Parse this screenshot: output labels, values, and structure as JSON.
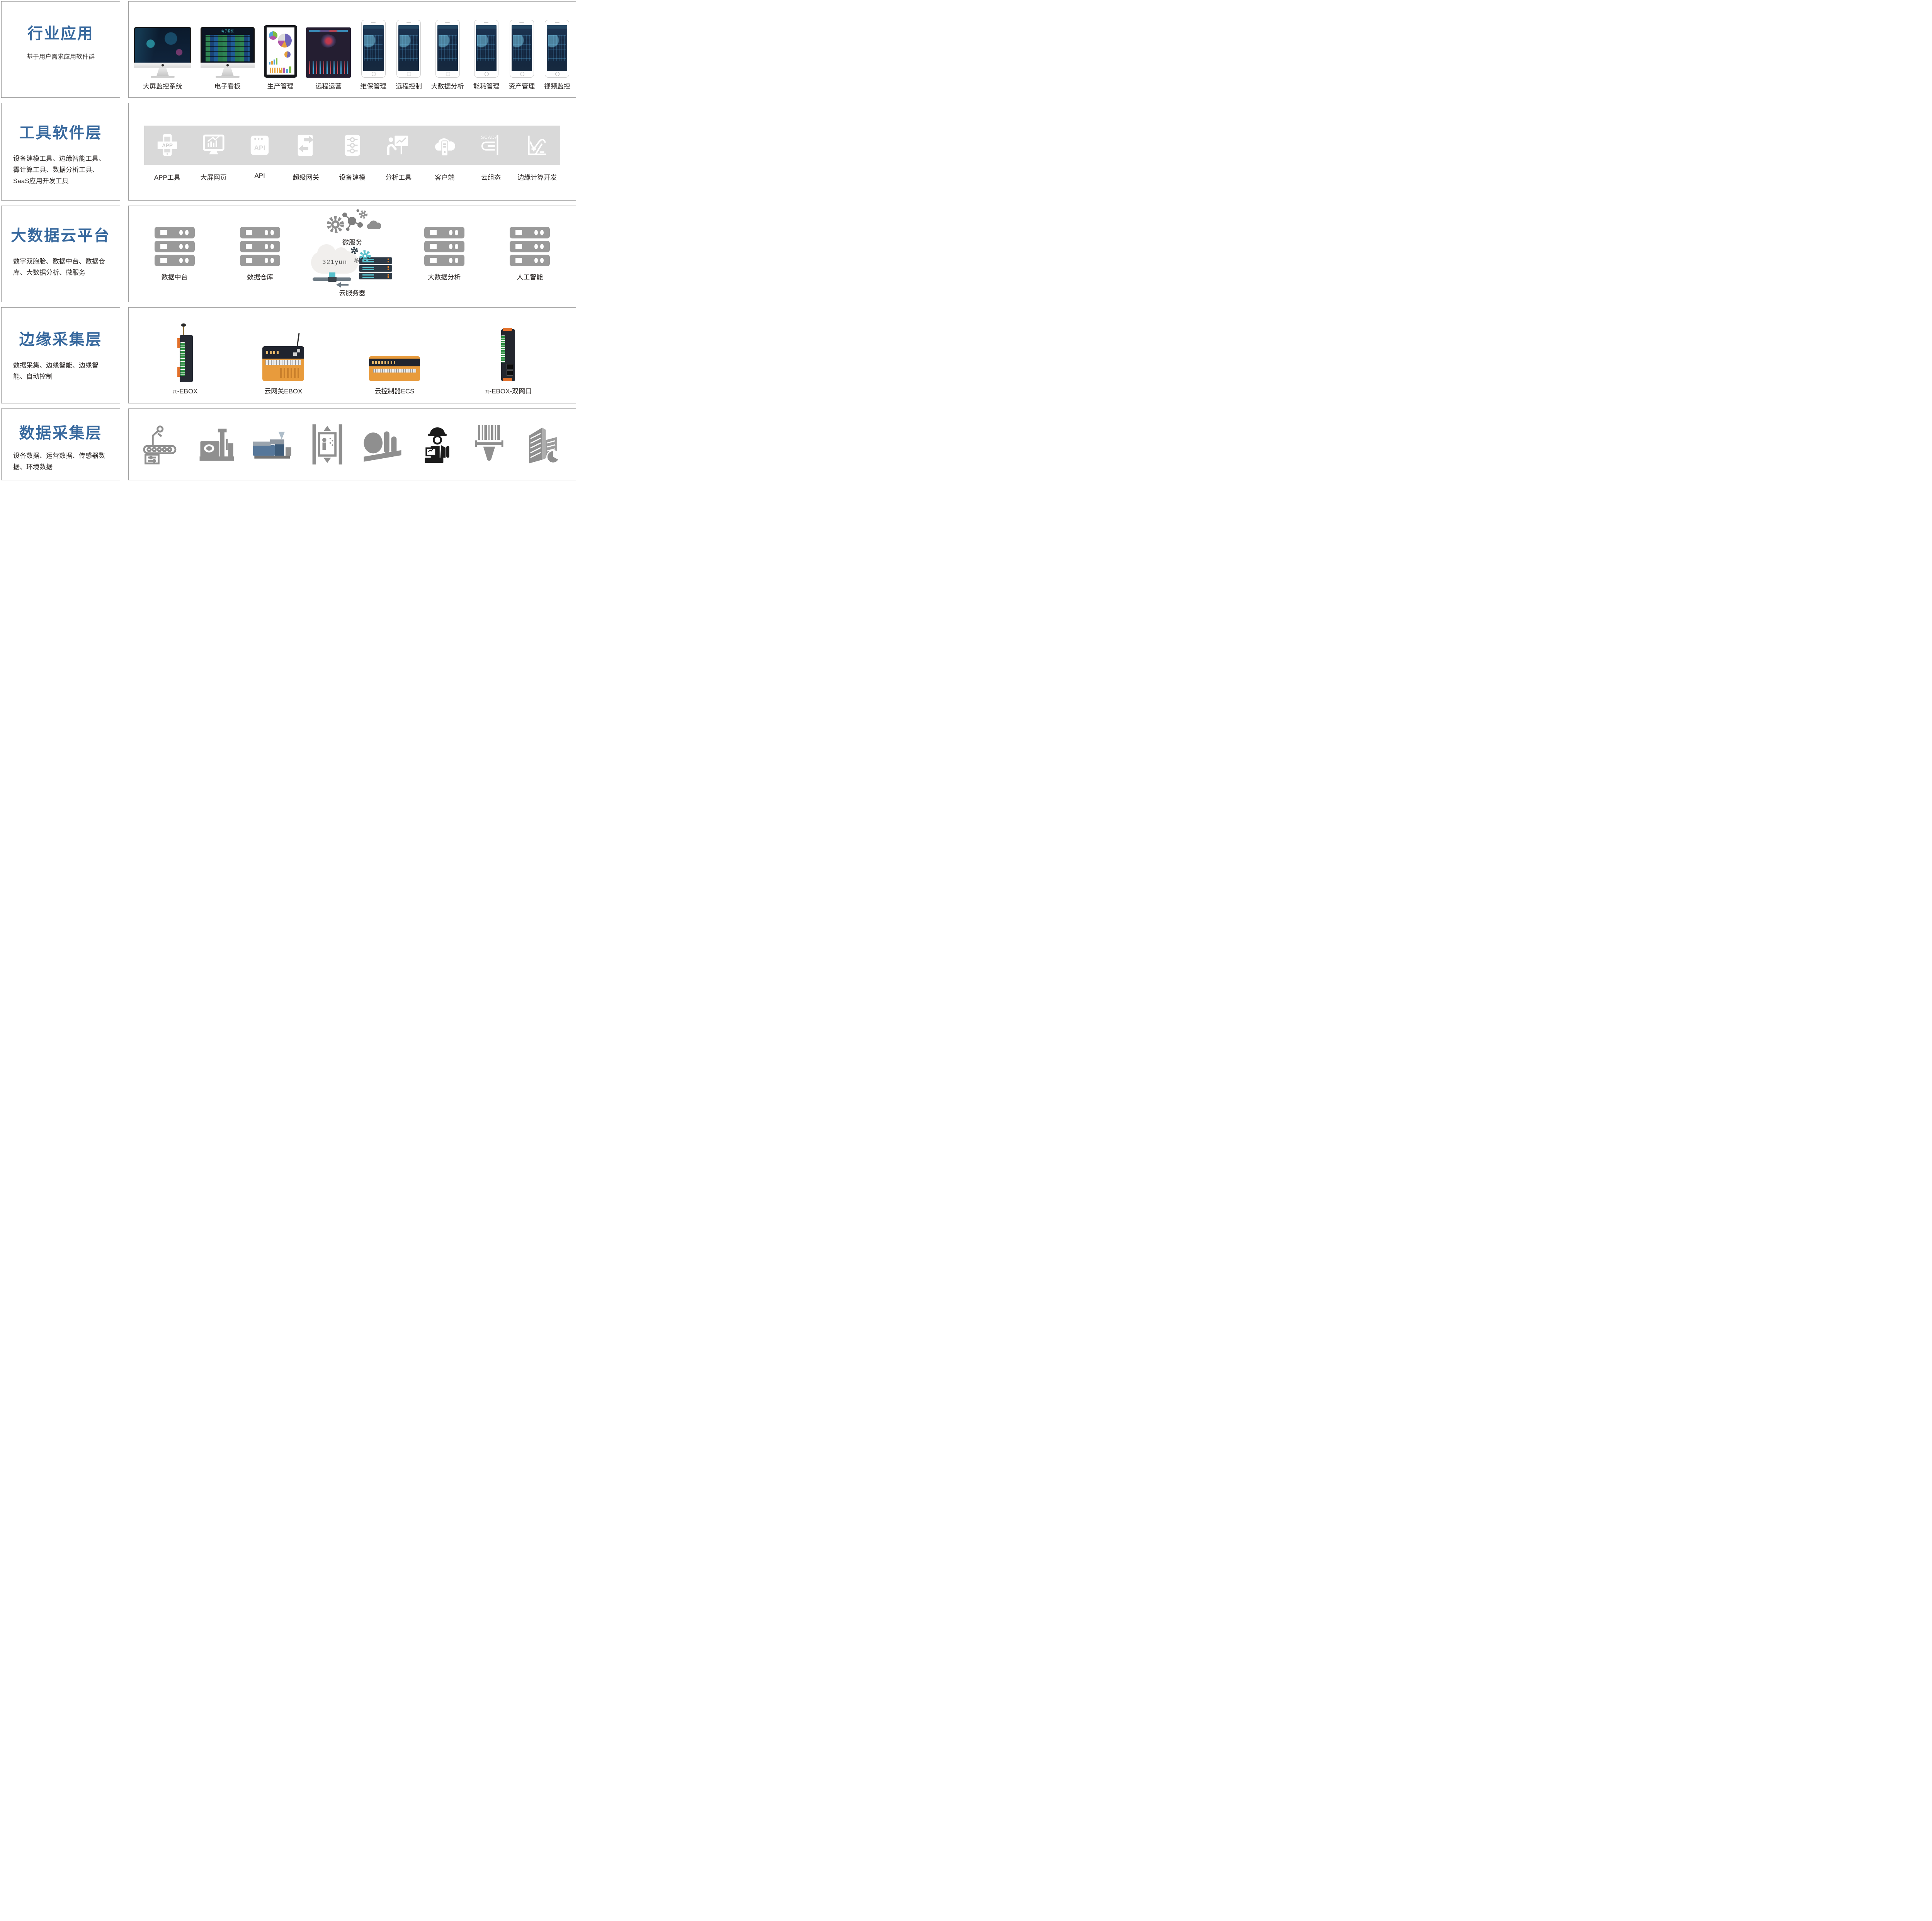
{
  "colors": {
    "accent_blue": "#38699E",
    "body_text": "#2E2A28",
    "panel_border": "#9E9E9E",
    "tool_band_gray": "#D9D9D9",
    "server_gray": "#9A9A9A",
    "device_orange": "#E89B3C",
    "terminal_green": "#2F8F44",
    "teal": "#57C0CC",
    "dark_navy_screen": "#16273E"
  },
  "layers": {
    "industry": {
      "title": "行业应用",
      "subtitle": "基于用户需求应用软件群",
      "kanban_screen_title": "电子看板",
      "apps": [
        "大屏监控系统",
        "电子看板",
        "生产管理",
        "远程运营",
        "维保管理",
        "远程控制",
        "大数据分析",
        "能耗管理",
        "资产管理",
        "视频监控"
      ]
    },
    "tools": {
      "title": "工具软件层",
      "subtitle": "设备建模工具、边缘智能工具、雾计算工具、数据分析工具、SaaS应用开发工具",
      "items": [
        {
          "label": "APP工具",
          "glyph": "APP"
        },
        {
          "label": "大屏网页"
        },
        {
          "label": "API",
          "glyph": "API"
        },
        {
          "label": "超级网关"
        },
        {
          "label": "设备建模"
        },
        {
          "label": "分析工具"
        },
        {
          "label": "客户端"
        },
        {
          "label": "云组态",
          "glyph": "SCADA"
        },
        {
          "label": "边缘计算开发"
        }
      ]
    },
    "cloud": {
      "title": "大数据云平台",
      "subtitle": "数字双胞胎、数据中台、数据仓库、大数据分析、微服务",
      "cloud_label": "321yun",
      "nodes": {
        "data_mid": "数据中台",
        "warehouse": "数据仓库",
        "microservice": "微服务",
        "cloud_server": "云服务器",
        "bigdata": "大数据分析",
        "ai": "人工智能"
      }
    },
    "edge": {
      "title": "边缘采集层",
      "subtitle": "数据采集、边缘智能、边缘智能、自动控制",
      "devices": [
        "π-EBOX",
        "云网关EBOX",
        "云控制器ECS",
        "π-EBOX-双网口"
      ]
    },
    "collect": {
      "title": "数据采集层",
      "subtitle": "设备数据、运营数据、传感器数据、环境数据",
      "icons": [
        "robot-arm-conveyor",
        "cnc-machine",
        "injection-molding-machine",
        "elevator",
        "industrial-plant",
        "field-worker",
        "barcode-scanner",
        "smart-building"
      ]
    }
  }
}
